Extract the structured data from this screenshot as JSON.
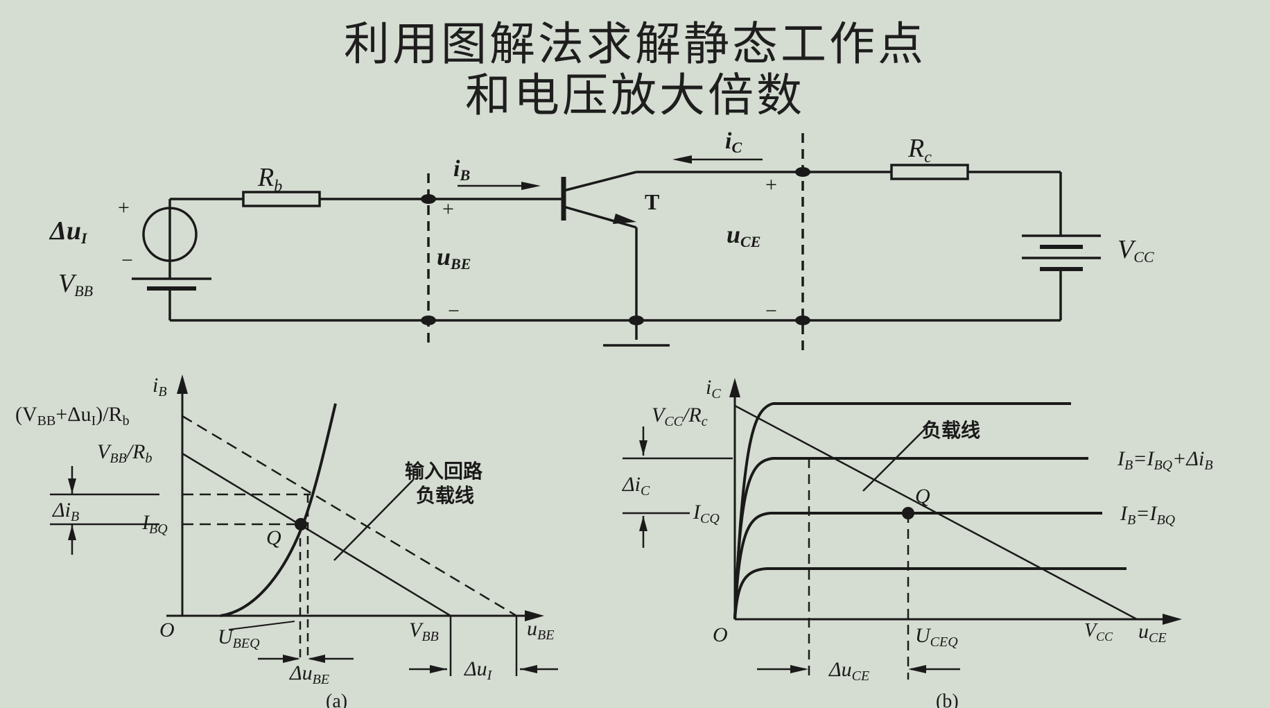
{
  "title": {
    "line1": "利用图解法求解静态工作点",
    "line2": "和电压放大倍数"
  },
  "circuit": {
    "rb_label": "R",
    "rb_sub": "b",
    "rc_label": "R",
    "rc_sub": "c",
    "source_label": "Δu",
    "source_sub": "I",
    "vbb_label": "V",
    "vbb_sub": "BB",
    "vcc_label": "V",
    "vcc_sub": "CC",
    "ib_label": "i",
    "ib_sub": "B",
    "ic_label": "i",
    "ic_sub": "C",
    "ube_label": "u",
    "ube_sub": "BE",
    "uce_label": "u",
    "uce_sub": "CE",
    "transistor_label": "T",
    "plus": "+",
    "minus": "−"
  },
  "graph_a": {
    "y_axis": "i",
    "y_axis_sub": "B",
    "x_axis": "u",
    "x_axis_sub": "BE",
    "origin": "O",
    "label_top_1": "(V",
    "label_top_sub1": "BB",
    "label_top_2": "+Δu",
    "label_top_sub2": "I",
    "label_top_3": ")/R",
    "label_top_sub3": "b",
    "label_vbb_rb_1": "V",
    "label_vbb_rb_sub1": "BB",
    "label_vbb_rb_2": "/R",
    "label_vbb_rb_sub2": "b",
    "delta_ib": "Δi",
    "delta_ib_sub": "B",
    "ibq": "I",
    "ibq_sub": "BQ",
    "q": "Q",
    "load_line_line1": "输入回路",
    "load_line_line2": "负载线",
    "ubeq": "U",
    "ubeq_sub": "BEQ",
    "vbb": "V",
    "vbb_sub": "BB",
    "delta_ube": "Δu",
    "delta_ube_sub": "BE",
    "delta_ui": "Δu",
    "delta_ui_sub": "I",
    "caption": "(a)"
  },
  "graph_b": {
    "y_axis": "i",
    "y_axis_sub": "C",
    "x_axis": "u",
    "x_axis_sub": "CE",
    "origin": "O",
    "vcc_rc_1": "V",
    "vcc_rc_sub1": "CC",
    "vcc_rc_2": "/R",
    "vcc_rc_sub2": "c",
    "load_line": "负载线",
    "ib_plus_1": "I",
    "ib_plus_sub1": "B",
    "ib_plus_2": "=I",
    "ib_plus_sub2": "BQ",
    "ib_plus_3": "+Δi",
    "ib_plus_sub3": "B",
    "ib_eq_1": "I",
    "ib_eq_sub1": "B",
    "ib_eq_2": "=I",
    "ib_eq_sub2": "BQ",
    "delta_ic": "Δi",
    "delta_ic_sub": "C",
    "icq": "I",
    "icq_sub": "CQ",
    "q": "Q",
    "uceq": "U",
    "uceq_sub": "CEQ",
    "vcc": "V",
    "vcc_sub": "CC",
    "delta_uce": "Δu",
    "delta_uce_sub": "CE",
    "caption": "(b)"
  }
}
